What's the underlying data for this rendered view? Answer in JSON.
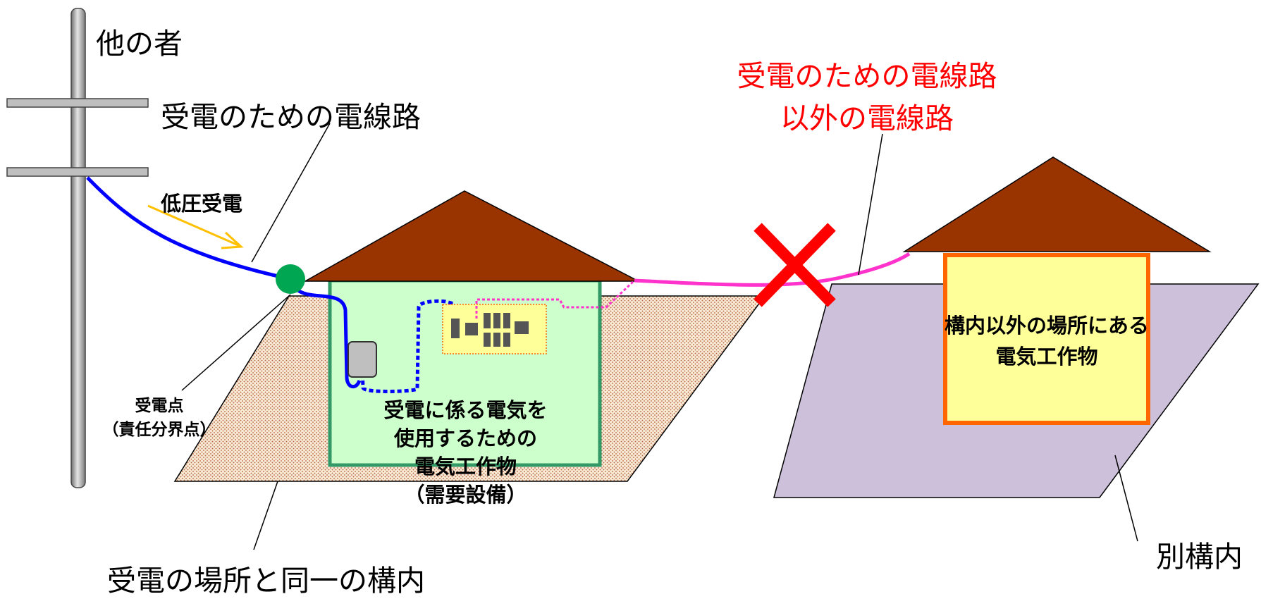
{
  "labels": {
    "other_party": "他の者",
    "receiving_line": "受電のための電線路",
    "low_voltage": "低圧受電",
    "receiving_point_1": "受電点",
    "receiving_point_2": "（責任分界点）",
    "other_line_1": "受電のための電線路",
    "other_line_2": "以外の電線路",
    "equipment_1": "受電に係る電気を",
    "equipment_2": "使用するための",
    "equipment_3": "電気工作物",
    "equipment_4": "（需要設備）",
    "outside_1": "構内以外の場所にある",
    "outside_2": "電気工作物",
    "separate_premises": "別構内",
    "same_premises": "受電の場所と同一の構内"
  },
  "colors": {
    "roof": "#993300",
    "house_fill": "#ccffcc",
    "house_border": "#339966",
    "ground_dots": "#f6e4d2",
    "separate_ground": "#ccc0da",
    "outside_box": "#ffff99",
    "outside_border": "#ff6600",
    "service_wire": "#0000ff",
    "other_wire": "#ff33cc",
    "junction": "#00a651",
    "cross": "#ff0000",
    "arrow": "#ffc000"
  }
}
